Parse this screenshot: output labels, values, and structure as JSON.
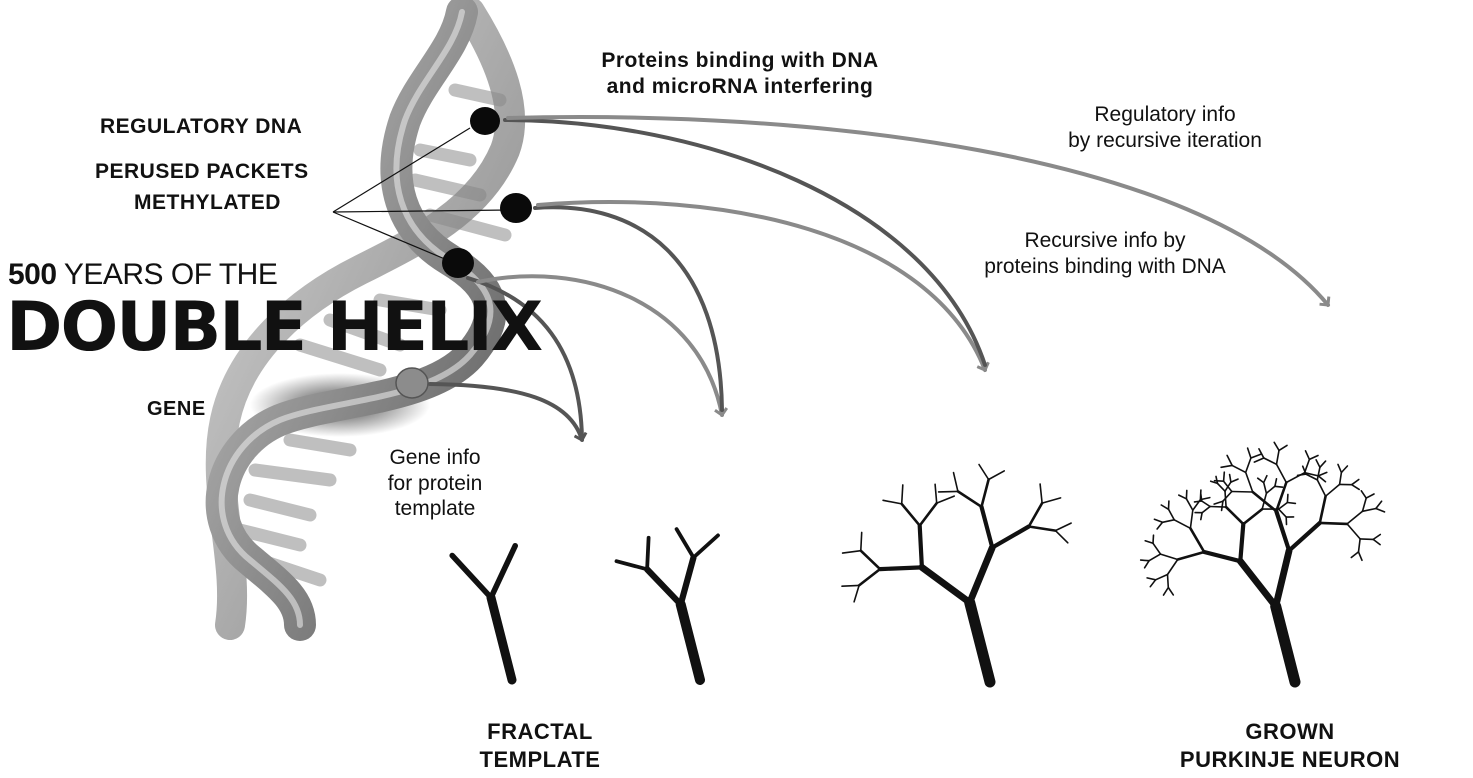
{
  "title": {
    "number": "500",
    "rest": " YEARS OF THE",
    "main": "DOUBLE HELIX"
  },
  "labels": {
    "regulatory_dna": "REGULATORY DNA",
    "perused_packets": "PERUSED PACKETS",
    "methylated": "METHYLATED",
    "gene": "GENE",
    "proteins_binding_1": "Proteins binding with DNA",
    "proteins_binding_2": "and microRNA interfering",
    "regulatory_info_1": "Regulatory info",
    "regulatory_info_2": "by recursive iteration",
    "recursive_info_1": "Recursive info by",
    "recursive_info_2": "proteins binding with DNA",
    "gene_info_1": "Gene info",
    "gene_info_2": "for protein",
    "gene_info_3": "template",
    "fractal_1": "FRACTAL",
    "fractal_2": "TEMPLATE",
    "grown_1": "GROWN",
    "grown_2": "PURKINJE NEURON"
  },
  "colors": {
    "ink": "#111111",
    "arrow_dark": "#555555",
    "arrow_light": "#8a8a8a",
    "helix": "#9a9a9a",
    "marker": "#0a0a0a",
    "gene_marker": "#8c8c8c"
  }
}
